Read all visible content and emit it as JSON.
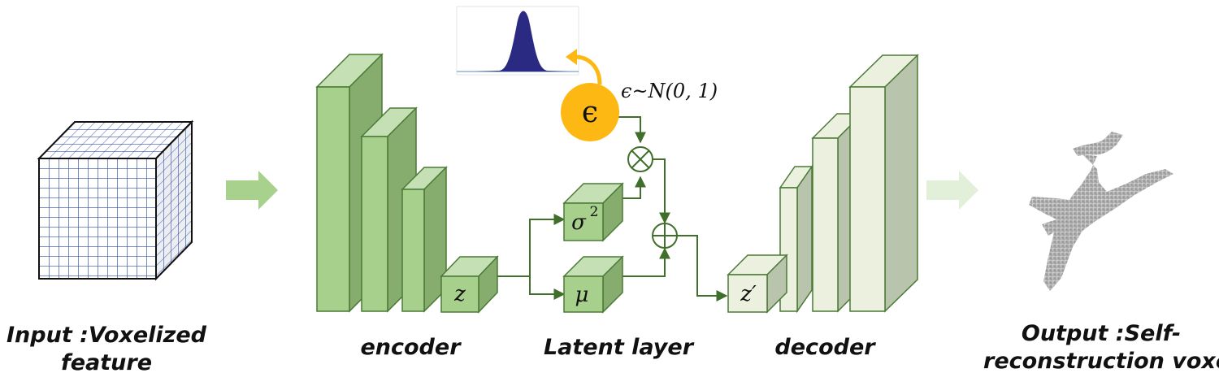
{
  "captions": {
    "input_line1": "Input :Voxelized",
    "input_line2": "feature",
    "encoder": "encoder",
    "latent": "Latent layer",
    "decoder": "decoder",
    "output_line1": "Output :Self-",
    "output_line2": "reconstruction voxel"
  },
  "symbols": {
    "z": "z",
    "z_prime": "z′",
    "mu": "μ",
    "sigma": "σ",
    "sigma_exp": "2",
    "epsilon": "ϵ",
    "epsilon_formula": "ϵ~N(0, 1)"
  },
  "colors": {
    "encoder_front": "#a7d08c",
    "encoder_top": "#c5e0b4",
    "encoder_side": "#86ad6e",
    "decoder_front": "#ebf1de",
    "decoder_side": "#b9c4ad",
    "edge": "#4a7a35",
    "connector": "#3f6f2a",
    "epsilon_circle": "#fdb814",
    "gaussian": "#2b2a83",
    "voxel_grid": "#2f4fa8",
    "arrow_input": "#a9d18e",
    "arrow_output": "#e2efd9"
  }
}
